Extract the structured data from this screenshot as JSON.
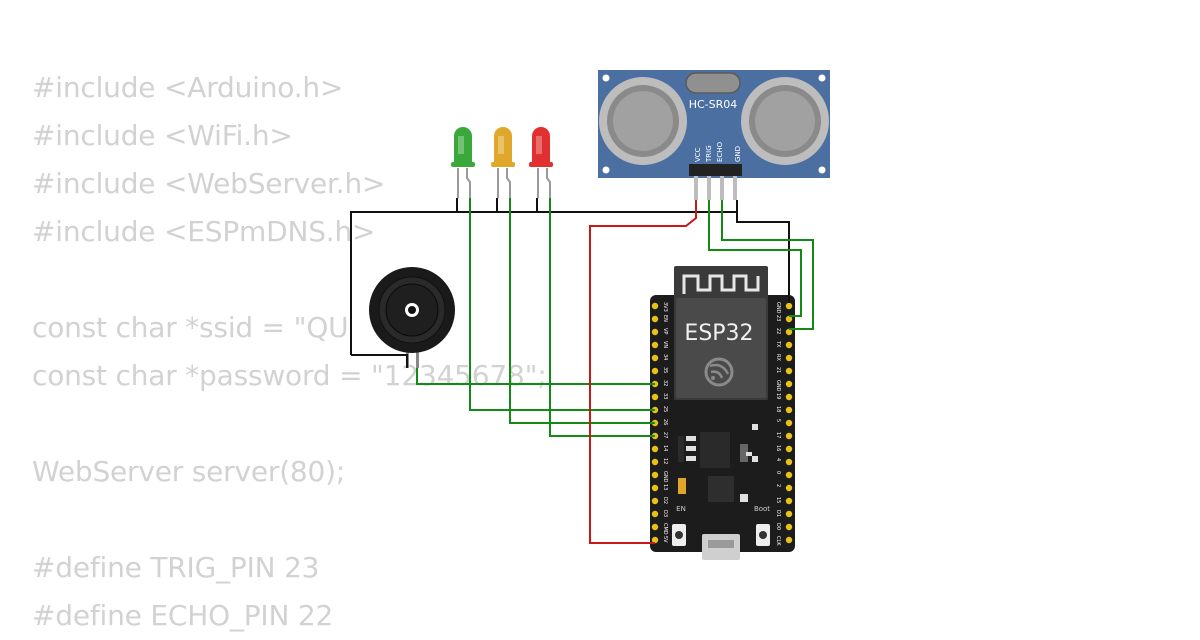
{
  "code_lines": [
    "#include <Arduino.h>",
    "#include <WiFi.h>",
    "#include <WebServer.h>",
    "#include <ESPmDNS.h>",
    "",
    "const char *ssid = \"QU",
    "const char *password = \"12345678\";",
    "",
    "WebServer server(80);",
    "",
    "#define TRIG_PIN 23",
    "#define ECHO_PIN 22"
  ],
  "sensor": {
    "model": "HC-SR04",
    "pins": [
      "VCC",
      "TRIG",
      "ECHO",
      "GND"
    ],
    "color": "#4a6fa0"
  },
  "board": {
    "name": "ESP32",
    "left_pins": [
      "3V3",
      "EN",
      "VP",
      "VN",
      "34",
      "35",
      "32",
      "33",
      "25",
      "26",
      "27",
      "14",
      "12",
      "GND",
      "13",
      "D2",
      "D3",
      "CMD",
      "5V"
    ],
    "right_pins": [
      "GND",
      "23",
      "22",
      "TX",
      "RX",
      "21",
      "GND",
      "19",
      "18",
      "5",
      "17",
      "16",
      "4",
      "0",
      "2",
      "15",
      "D1",
      "D0",
      "CLK"
    ],
    "en_label": "EN",
    "boot_label": "Boot"
  },
  "leds": [
    {
      "color_name": "green",
      "color": "#3aa83a"
    },
    {
      "color_name": "yellow",
      "color": "#e0a82a"
    },
    {
      "color_name": "red",
      "color": "#e03030"
    }
  ],
  "wire_colors": {
    "black": "#111111",
    "green": "#138a13",
    "red": "#c81818"
  },
  "buzzer": {
    "color": "#1a1a1a"
  }
}
